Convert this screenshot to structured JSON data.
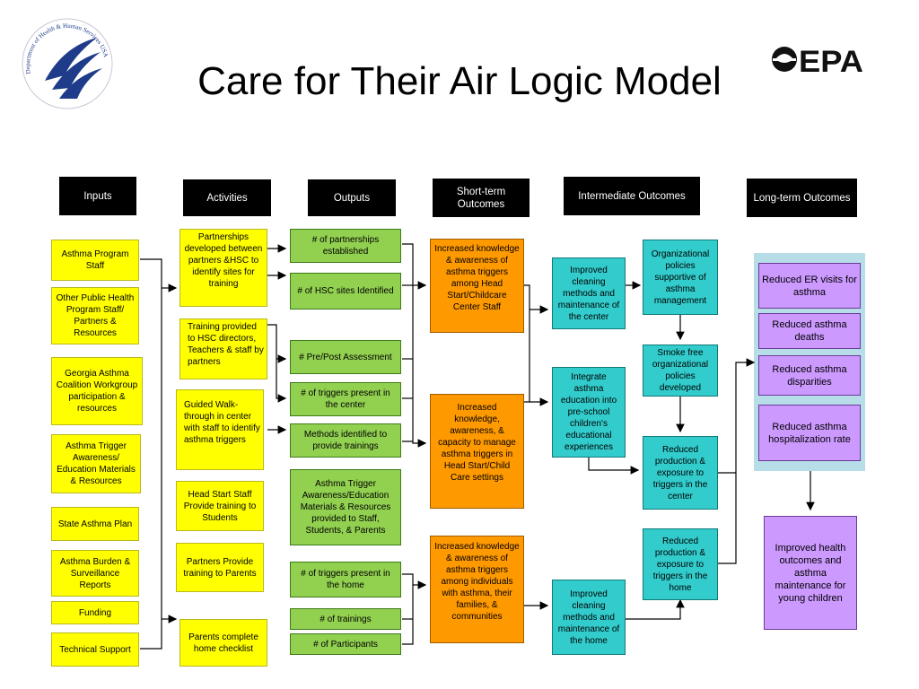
{
  "title": "Care for Their Air Logic Model",
  "logos": {
    "hhs": "Department of Health & Human Services USA",
    "epa": "EPA"
  },
  "headers": {
    "inputs": "Inputs",
    "activities": "Activities",
    "outputs": "Outputs",
    "short_term": "Short-term Outcomes",
    "intermediate": "Intermediate Outcomes",
    "long_term": "Long-term Outcomes"
  },
  "inputs": [
    "Asthma Program Staff",
    "Other Public Health Program Staff/ Partners & Resources",
    "Georgia Asthma Coalition Workgroup participation & resources",
    "Asthma Trigger Awareness/ Education Materials & Resources",
    "State Asthma Plan",
    "Asthma Burden & Surveillance Reports",
    "Funding",
    "Technical Support"
  ],
  "activities": [
    "Partnerships developed between partners &HSC to identify sites for training",
    "Training provided to HSC directors, Teachers & staff by partners",
    "Guided Walk-through in center with staff to identify  asthma triggers",
    "Head Start Staff Provide training to Students",
    "Partners Provide training to Parents",
    "Parents complete home checklist"
  ],
  "outputs": [
    "# of partnerships established",
    "# of HSC sites Identified",
    "# Pre/Post Assessment",
    "# of triggers present in the center",
    "Methods identified to provide trainings",
    "Asthma Trigger Awareness/Education Materials & Resources provided to Staff, Students, & Parents",
    "# of triggers present in the home",
    "# of trainings",
    "# of Participants"
  ],
  "short_term": [
    "Increased knowledge & awareness of asthma triggers among Head Start/Childcare Center Staff",
    "Increased knowledge, awareness, & capacity to manage asthma triggers in Head Start/Child Care settings",
    "Increased knowledge & awareness of asthma triggers among individuals with asthma, their families, & communities"
  ],
  "intermediate_left": [
    "Improved cleaning methods and maintenance of the center",
    "Integrate asthma education into pre-school children's educational experiences",
    "Improved cleaning methods and maintenance of the home"
  ],
  "intermediate_right": [
    "Organizational policies supportive of asthma management",
    "Smoke free organizational policies developed",
    "Reduced production & exposure to triggers in the center",
    "Reduced production & exposure to triggers in the home"
  ],
  "long_term": [
    "Reduced ER visits for asthma",
    "Reduced asthma deaths",
    "Reduced asthma disparities",
    "Reduced asthma hospitalization rate"
  ],
  "final_outcome": "Improved health outcomes and asthma maintenance for young children"
}
